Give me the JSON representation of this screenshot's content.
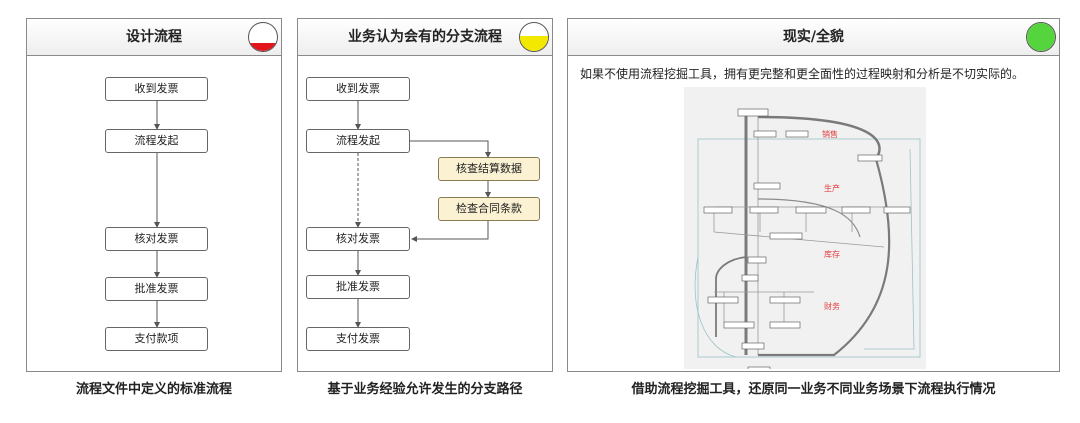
{
  "panels": [
    {
      "title": "设计流程",
      "indicator_color": "#e3141c",
      "indicator_level": 0.3,
      "steps": [
        "收到发票",
        "流程发起",
        "核对发票",
        "批准发票",
        "支付款项"
      ],
      "caption": "流程文件中定义的标准流程"
    },
    {
      "title": "业务认为会有的分支流程",
      "indicator_color": "#f2e800",
      "indicator_level": 0.55,
      "steps": [
        "收到发票",
        "流程发起",
        "核对发票",
        "批准发票",
        "支付发票"
      ],
      "branch_steps": [
        "核查结算数据",
        "检查合同条款"
      ],
      "caption": "基于业务经验允许发生的分支路径"
    },
    {
      "title": "现实/全貌",
      "indicator_color": "#55d43d",
      "indicator_level": 1.0,
      "description": "如果不使用流程挖掘工具，拥有更完整和更全面性的过程映射和分析是不切实际的。",
      "stages": [
        "销售",
        "生产",
        "库存",
        "财务"
      ],
      "caption": "借助流程挖掘工具，还原同一业务不同业务场景下流程执行情况"
    }
  ]
}
